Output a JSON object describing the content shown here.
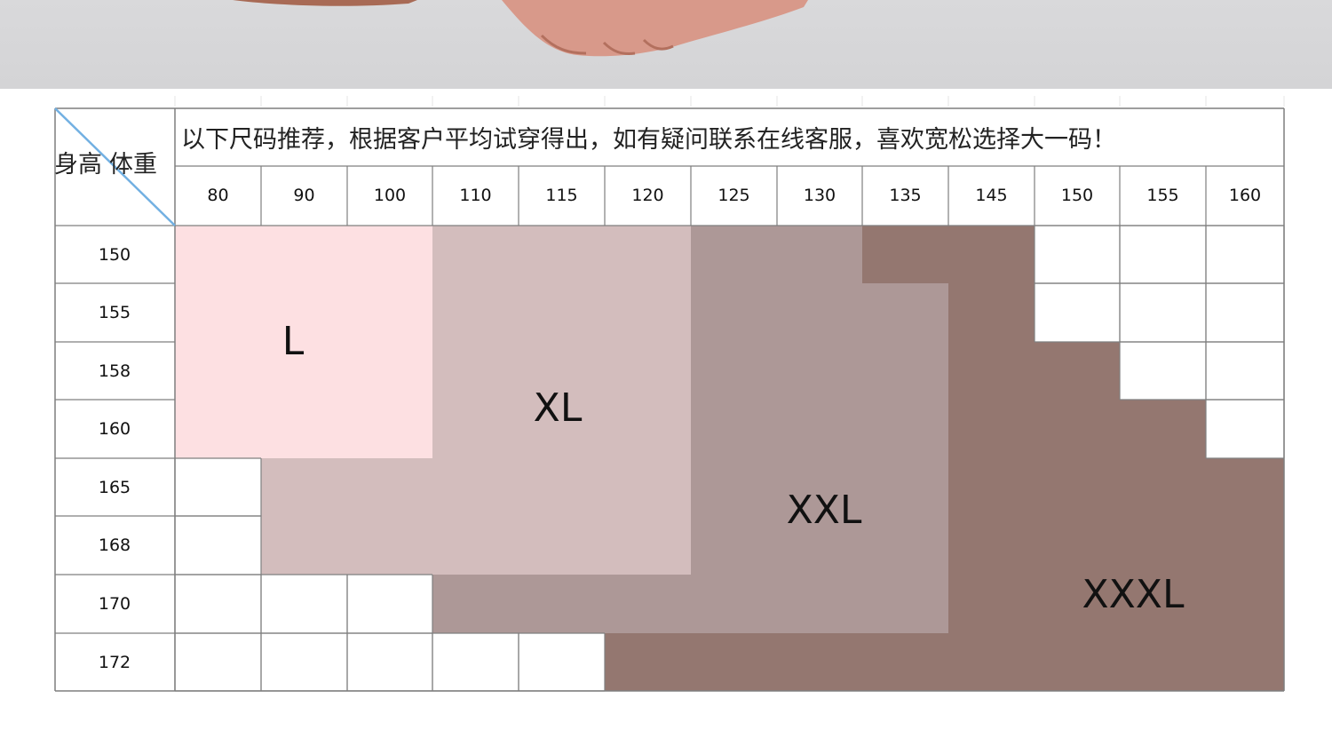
{
  "header_note": "以下尺码推荐，根据客户平均试穿得出，如有疑问联系在线客服，喜欢宽松选择大一码！",
  "corner": {
    "height_label": "身高",
    "weight_label": "体重"
  },
  "weights": [
    "80",
    "90",
    "100",
    "110",
    "115",
    "120",
    "125",
    "130",
    "135",
    "145",
    "150",
    "155",
    "160"
  ],
  "heights": [
    "150",
    "155",
    "158",
    "160",
    "165",
    "168",
    "170",
    "172"
  ],
  "sizes": [
    {
      "label": "L",
      "color": "#fde0e2"
    },
    {
      "label": "XL",
      "color": "#d3bdbd"
    },
    {
      "label": "XXL",
      "color": "#ad9897"
    },
    {
      "label": "XXXL",
      "color": "#947770"
    }
  ],
  "colors": {
    "grid": "#7f7f7f",
    "diagonal": "#72b0e2",
    "banner": "#d7d7d9"
  }
}
